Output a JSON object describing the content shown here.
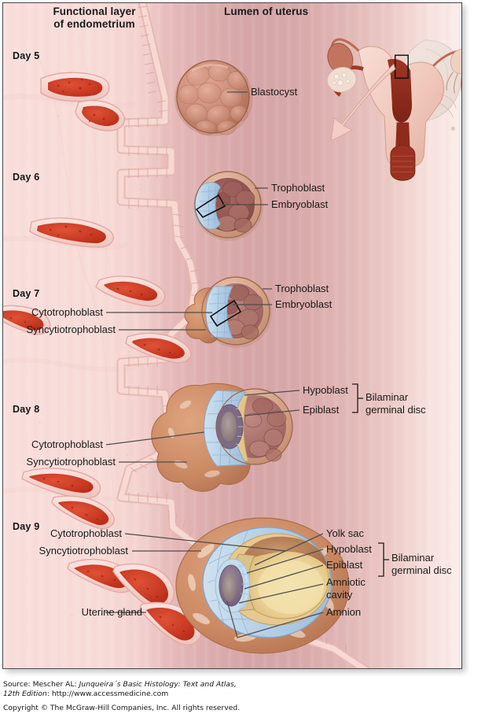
{
  "figure": {
    "title_left": "Functional layer\nof endometrium",
    "title_left_line1": "Functional layer",
    "title_left_line2": "of endometrium",
    "title_right": "Lumen of uterus",
    "inset_name": "uterus-orientation-inset",
    "stages": [
      {
        "id": "day5",
        "label": "Day 5"
      },
      {
        "id": "day6",
        "label": "Day 6"
      },
      {
        "id": "day7",
        "label": "Day 7"
      },
      {
        "id": "day8",
        "label": "Day 8"
      },
      {
        "id": "day9",
        "label": "Day 9"
      }
    ],
    "labels": {
      "blastocyst": "Blastocyst",
      "trophoblast_d6": "Trophoblast",
      "embryoblast_d6": "Embryoblast",
      "trophoblast_d7": "Trophoblast",
      "embryoblast_d7": "Embryoblast",
      "cytotrophoblast_d7": "Cytotrophoblast",
      "syncytiotrophoblast_d7": "Syncytiotrophoblast",
      "hypoblast_d8": "Hypoblast",
      "epiblast_d8": "Epiblast",
      "cytotrophoblast_d8": "Cytotrophoblast",
      "syncytiotrophoblast_d8": "Syncytiotrophoblast",
      "bilaminar_d8_line1": "Bilaminar",
      "bilaminar_d8_line2": "germinal disc",
      "cytotrophoblast_d9": "Cytotrophoblast",
      "syncytiotrophoblast_d9": "Syncytiotrophoblast",
      "uterine_gland_d9": "Uterine gland",
      "yolk_sac_d9": "Yolk sac",
      "hypoblast_d9": "Hypoblast",
      "epiblast_d9": "Epiblast",
      "amniotic_cavity_d9_line1": "Amniotic",
      "amniotic_cavity_d9_line2": "cavity",
      "amnion_d9": "Amnion",
      "bilaminar_d9_line1": "Bilaminar",
      "bilaminar_d9_line2": "germinal disc"
    }
  },
  "footer": {
    "source_prefix": "Source: Mescher AL: ",
    "source_title": "Junqueira´s Basic Histology: Text and Atlas,",
    "source_edition": "12th Edition",
    "source_url_sep": ": ",
    "source_url": "http://www.accessmedicine.com",
    "copyright": "Copyright © The McGraw-Hill Companies, Inc. All rights reserved."
  },
  "colors": {
    "stroma_light": "#f9dedb",
    "lumen_dusky": "#d6a5a6",
    "epithelium": "#f3c6c2",
    "gland_lumen": "#cf3a22",
    "trophoblast": "#c98f77",
    "syncytiotrophoblast": "#c98361",
    "cytotrophoblast_blue": "#b9d3e8",
    "embryoblast": "#8f4a48",
    "yolk_sac": "#edd39a",
    "amniotic_cavity": "#8c7490",
    "label_text": "#1a1a1a",
    "leader_line": "#4d4d4d",
    "panel_border": "#4a4a4a"
  }
}
